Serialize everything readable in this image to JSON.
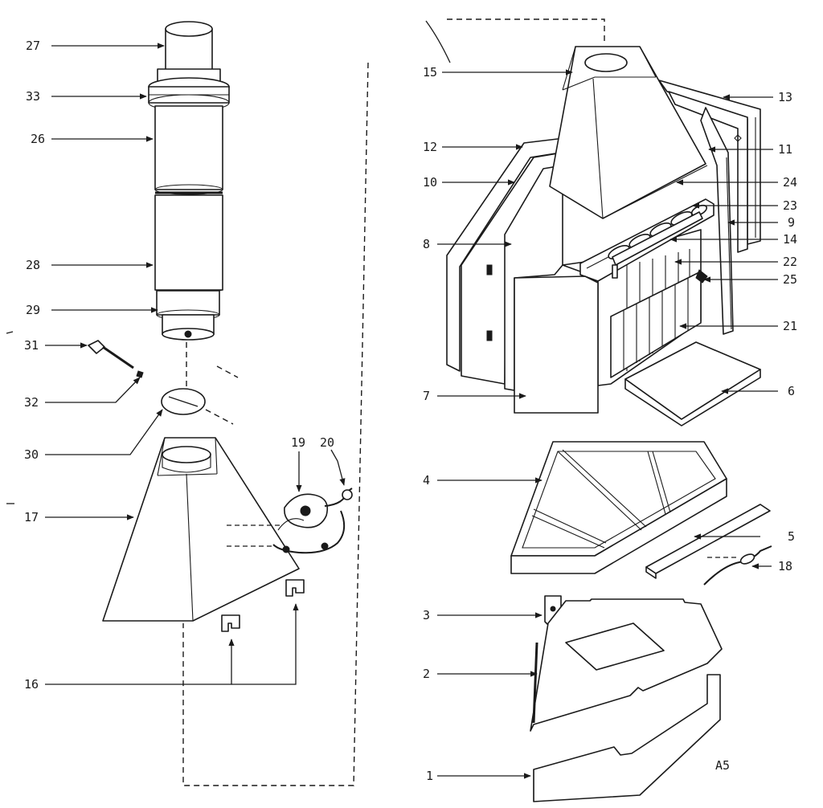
{
  "diagram": {
    "sheet_code": "A5",
    "parts": [
      {
        "id": "p27",
        "number": "27"
      },
      {
        "id": "p33",
        "number": "33"
      },
      {
        "id": "p26",
        "number": "26"
      },
      {
        "id": "p28",
        "number": "28"
      },
      {
        "id": "p29",
        "number": "29"
      },
      {
        "id": "p31",
        "number": "31"
      },
      {
        "id": "p32",
        "number": "32"
      },
      {
        "id": "p30",
        "number": "30"
      },
      {
        "id": "p17",
        "number": "17"
      },
      {
        "id": "p19",
        "number": "19"
      },
      {
        "id": "p20",
        "number": "20"
      },
      {
        "id": "p16",
        "number": "16"
      },
      {
        "id": "p15",
        "number": "15"
      },
      {
        "id": "p12",
        "number": "12"
      },
      {
        "id": "p10",
        "number": "10"
      },
      {
        "id": "p8",
        "number": "8"
      },
      {
        "id": "p7",
        "number": "7"
      },
      {
        "id": "p13",
        "number": "13"
      },
      {
        "id": "p11",
        "number": "11"
      },
      {
        "id": "p24",
        "number": "24"
      },
      {
        "id": "p23",
        "number": "23"
      },
      {
        "id": "p9",
        "number": "9"
      },
      {
        "id": "p14",
        "number": "14"
      },
      {
        "id": "p22",
        "number": "22"
      },
      {
        "id": "p25",
        "number": "25"
      },
      {
        "id": "p21",
        "number": "21"
      },
      {
        "id": "p6",
        "number": "6"
      },
      {
        "id": "p4",
        "number": "4"
      },
      {
        "id": "p5",
        "number": "5"
      },
      {
        "id": "p18",
        "number": "18"
      },
      {
        "id": "p3",
        "number": "3"
      },
      {
        "id": "p2",
        "number": "2"
      },
      {
        "id": "p1",
        "number": "1"
      }
    ]
  }
}
